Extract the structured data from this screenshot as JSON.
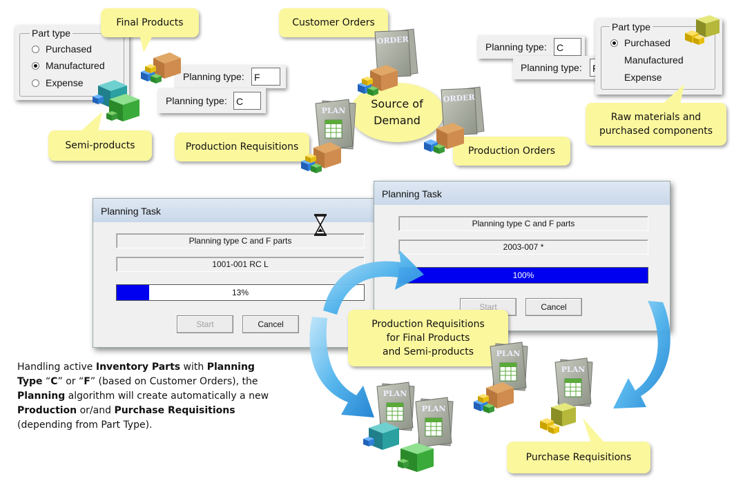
{
  "part_type_left": {
    "legend": "Part type",
    "options": [
      "Purchased",
      "Manufactured",
      "Expense"
    ],
    "selected": "Manufactured"
  },
  "part_type_right": {
    "legend": "Part type",
    "options": [
      "Purchased",
      "Manufactured",
      "Expense"
    ],
    "selected": "Purchased"
  },
  "planning_type_label": "Planning type:",
  "planning_fields": {
    "left_f": "F",
    "left_c": "C",
    "right_c": "C",
    "right_f": "F"
  },
  "callouts": {
    "final_products": "Final Products",
    "customer_orders": "Customer Orders",
    "semi_products": "Semi-products",
    "production_requisitions": "Production Requisitions",
    "production_orders": "Production Orders",
    "source_of_demand_line1": "Source of",
    "source_of_demand_line2": "Demand",
    "raw_materials_line1": "Raw materials and",
    "raw_materials_line2": "purchased components",
    "prod_req_final_line1": "Production Requisitions",
    "prod_req_final_line2": "for Final Products",
    "prod_req_final_line3": "and Semi-products",
    "purchase_requisitions": "Purchase Requisitions"
  },
  "doc_labels": {
    "order": "ORDER",
    "plan": "PLAN"
  },
  "dialog_left": {
    "title": "Planning Task",
    "task": "Planning type C and F parts",
    "item": "1001-001 RC L",
    "progress": 0.13,
    "progress_label": "13%",
    "start_label": "Start",
    "cancel_label": "Cancel"
  },
  "dialog_right": {
    "title": "Planning Task",
    "task": "Planning type C and F parts",
    "item": "2003-007 *",
    "progress": 1.0,
    "progress_label": "100%",
    "start_label": "Start",
    "cancel_label": "Cancel"
  },
  "description": {
    "t1": "Handling active ",
    "b1": "Inventory Parts",
    "t2": " with ",
    "b2": "Planning Type",
    "t3": " “",
    "b3": "C",
    "t4": "” or “",
    "b4": "F",
    "t5": "” (based on Customer Orders), the ",
    "b5": "Planning",
    "t6": " algorithm will create automatically a new ",
    "b6": "Production",
    "t7": " or/and ",
    "b7": "Purchase Requisitions",
    "t8": " (depending from Part Type)."
  },
  "colors": {
    "callout_yellow": "#fbf79d",
    "progress_blue": "#0000f0",
    "arrow_blue": "#3aa7e6",
    "box_brown": "#c98a4c",
    "box_blue": "#2e7fd6",
    "box_green": "#3a9a3a",
    "box_teal": "#3aa0a0"
  },
  "icons": [
    "order-document-icon",
    "plan-document-icon",
    "product-boxes-icon",
    "hourglass-icon",
    "curved-arrow-icon"
  ]
}
